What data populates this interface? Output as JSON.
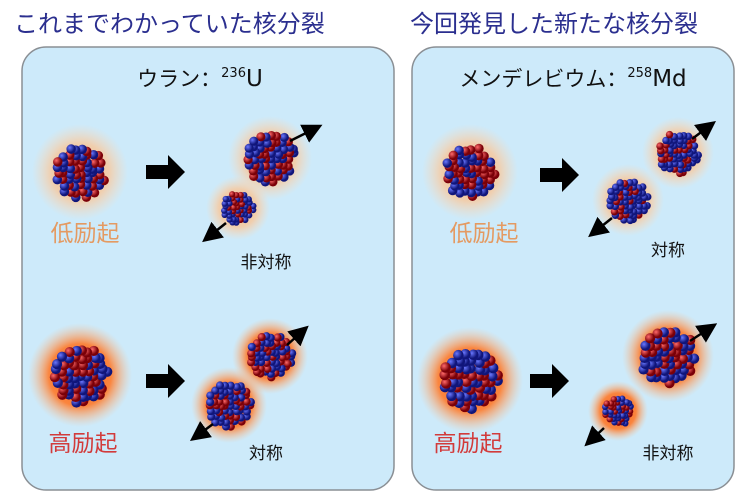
{
  "headings": {
    "left": "これまでわかっていた核分裂",
    "right": "今回発見した新たな核分裂"
  },
  "panels": [
    {
      "title_name": "ウラン：",
      "mass_number": "236",
      "symbol": "U",
      "rows": [
        {
          "excitation": "低励起",
          "result": "非対称"
        },
        {
          "excitation": "高励起",
          "result": "対称"
        }
      ]
    },
    {
      "title_name": "メンデレビウム：",
      "mass_number": "258",
      "symbol": "Md",
      "rows": [
        {
          "excitation": "低励起",
          "result": "対称"
        },
        {
          "excitation": "高励起",
          "result": "非対称"
        }
      ]
    }
  ],
  "colors": {
    "panel_fill": "#cdeafa",
    "panel_border": "#8a8f94",
    "heading": "#2b2f8f",
    "low_excitation": "#e49a62",
    "high_excitation": "#d23b3b",
    "proton": "#d0141c",
    "neutron": "#1a22b8"
  }
}
